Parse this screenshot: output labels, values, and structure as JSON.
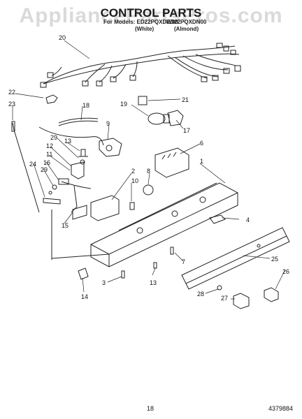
{
  "header": {
    "watermark": "AppliancePartsPros.com",
    "title": "CONTROL PARTS",
    "model_left": "For Models: ED22PQXDW00",
    "model_right": "ED22PQXDN00",
    "color_left": "(White)",
    "color_right": "(Almond)"
  },
  "callouts": [
    "20",
    "22",
    "23",
    "18",
    "21",
    "19",
    "17",
    "9",
    "13",
    "29",
    "12",
    "11",
    "16",
    "24",
    "29",
    "15",
    "6",
    "8",
    "1",
    "2",
    "10",
    "4",
    "25",
    "26",
    "7",
    "3",
    "13",
    "14",
    "28",
    "27"
  ],
  "footer": {
    "page_number": "18",
    "part_code": "4379884"
  }
}
